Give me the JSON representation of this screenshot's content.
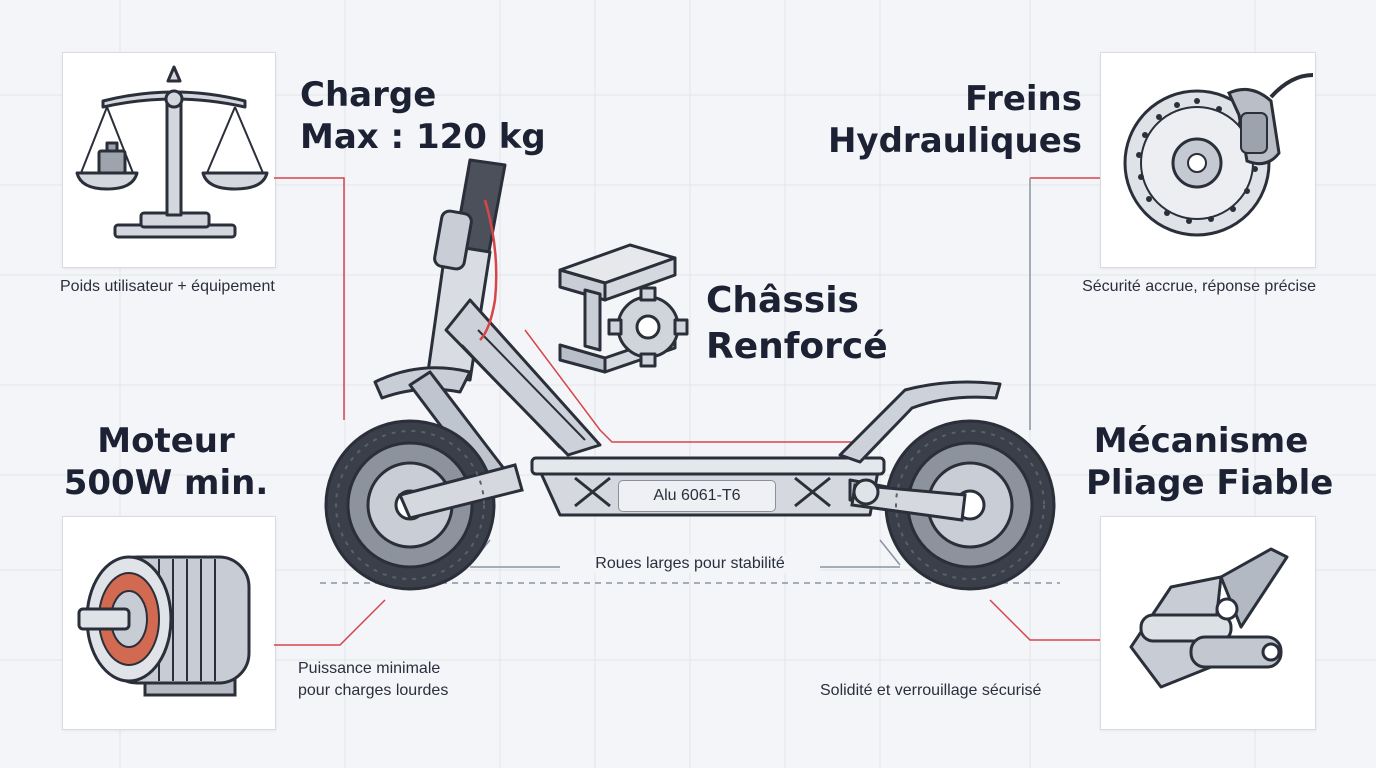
{
  "charge": {
    "line1": "Charge",
    "line2": "Max : 120 kg",
    "caption": "Poids utilisateur + équipement"
  },
  "freins": {
    "line1": "Freins",
    "line2": "Hydrauliques",
    "caption": "Sécurité accrue, réponse précise"
  },
  "chassis": {
    "line1": "Châssis",
    "line2": "Renforcé",
    "tag": "Alu 6061-T6"
  },
  "moteur": {
    "line1": "Moteur",
    "line2": "500W min.",
    "caption_line1": "Puissance minimale",
    "caption_line2": "pour charges lourdes"
  },
  "pliage": {
    "line1": "Mécanisme",
    "line2": "Pliage Fiable",
    "caption": "Solidité et verrouillage sécurisé"
  },
  "wheels": {
    "caption": "Roues larges pour stabilité"
  },
  "colors": {
    "accent": "#d6454a",
    "ink": "#1c2233",
    "metal": "#c9ced6",
    "tire": "#3a3f49"
  }
}
